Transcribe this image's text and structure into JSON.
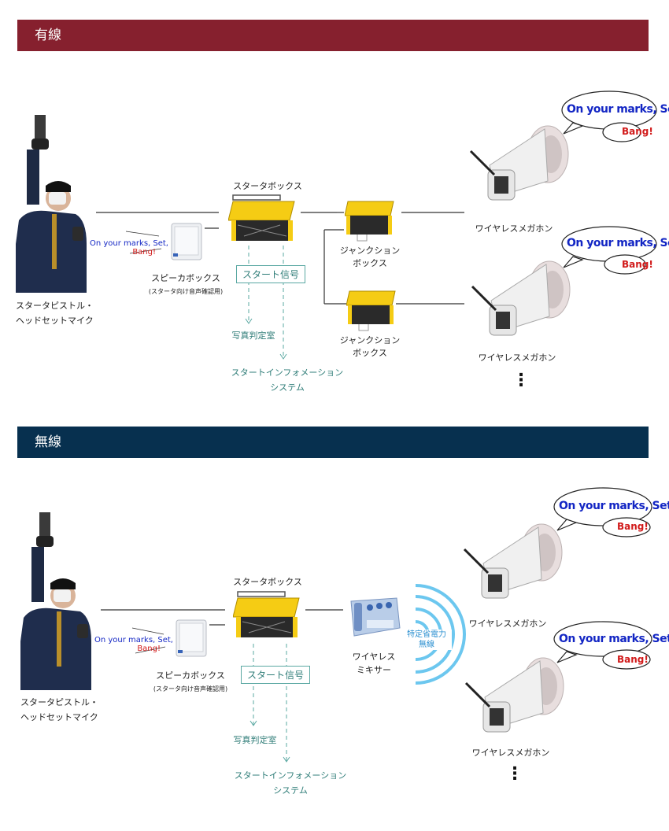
{
  "sections": [
    {
      "title": "有線",
      "color": "#86202e",
      "person": {
        "label1": "スタータピストル・",
        "label2": "ヘッドセットマイク"
      },
      "callout": {
        "line1": "On your marks, Set,",
        "line2": "Bang!"
      },
      "speaker": {
        "label": "スピーカボックス",
        "sublabel": "(スタータ向け音声確認用)"
      },
      "starter_box": {
        "label": "スタータボックス"
      },
      "signal": {
        "label": "スタート信号"
      },
      "photo_room": "写真判定室",
      "info_system": {
        "line1": "スタートインフォメーション",
        "line2": "システム"
      },
      "junctions": [
        {
          "line1": "ジャンクション",
          "line2": "ボックス"
        },
        {
          "line1": "ジャンクション",
          "line2": "ボックス"
        }
      ],
      "megaphones": [
        {
          "label": "ワイヤレスメガホン",
          "speech1": "On your marks, Set,",
          "speech2": "Bang!"
        },
        {
          "label": "ワイヤレスメガホン",
          "speech1": "On your marks, Set,",
          "speech2": "Bang!"
        }
      ],
      "more": "⋮"
    },
    {
      "title": "無線",
      "color": "#07304f",
      "person": {
        "label1": "スタータピストル・",
        "label2": "ヘッドセットマイク"
      },
      "callout": {
        "line1": "On your marks, Set,",
        "line2": "Bang!"
      },
      "speaker": {
        "label": "スピーカボックス",
        "sublabel": "(スタータ向け音声確認用)"
      },
      "starter_box": {
        "label": "スタータボックス"
      },
      "signal": {
        "label": "スタート信号"
      },
      "photo_room": "写真判定室",
      "info_system": {
        "line1": "スタートインフォメーション",
        "line2": "システム"
      },
      "mixer": {
        "line1": "ワイヤレス",
        "line2": "ミキサー"
      },
      "wireless": {
        "line1": "特定省電力",
        "line2": "無線"
      },
      "megaphones": [
        {
          "label": "ワイヤレスメガホン",
          "speech1": "On your marks, Set,",
          "speech2": "Bang!"
        },
        {
          "label": "ワイヤレスメガホン",
          "speech1": "On your marks, Set,",
          "speech2": "Bang!"
        }
      ],
      "more": "⋮"
    }
  ]
}
